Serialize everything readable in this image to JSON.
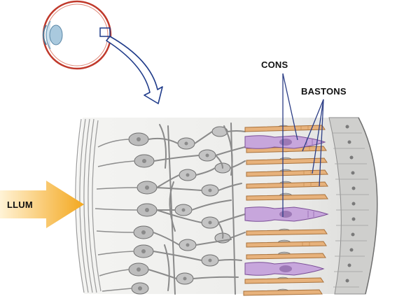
{
  "labels": {
    "cones": "CONS",
    "rods": "BASTONS",
    "light": "LLUM"
  },
  "colors": {
    "cone": "#c7a6dc",
    "rod": "#e7b27c",
    "arrow": "#f6b73c",
    "retina_bg": "#ececea",
    "neuron": "#b9b9b9",
    "pigment": "#d6d6d4"
  },
  "icons": [
    "eye-icon",
    "light-arrow-icon",
    "zoom-arrow-icon"
  ]
}
